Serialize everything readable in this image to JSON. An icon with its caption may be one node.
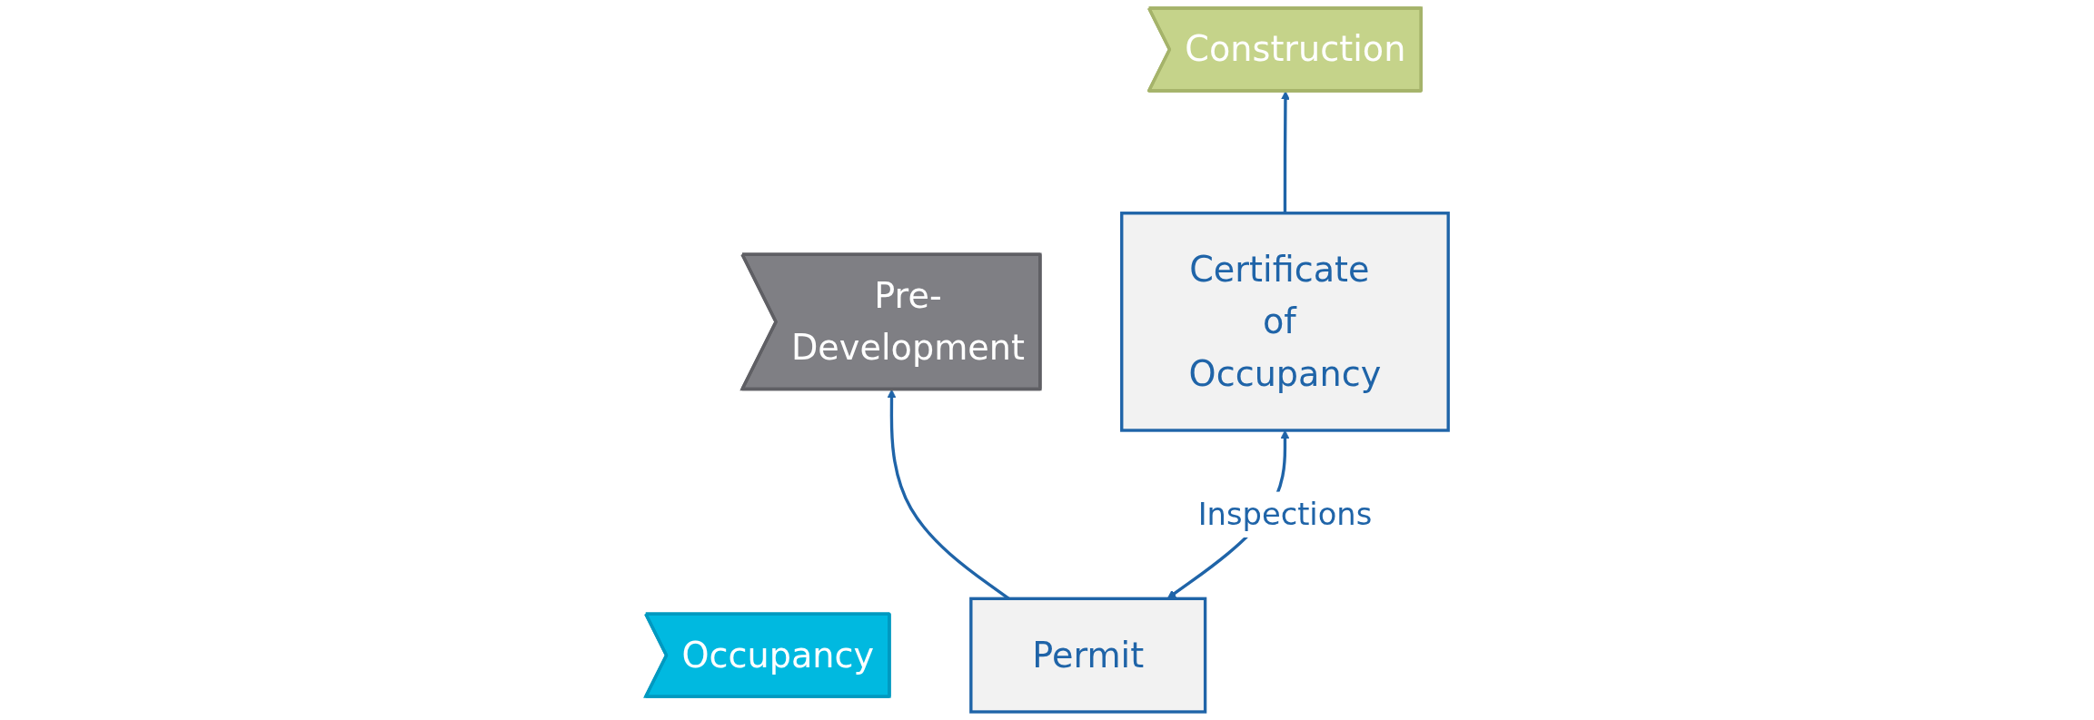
{
  "diagram": {
    "nodes": [
      {
        "text": [
          "Pre-Development"
        ]
      },
      {
        "text": [
          "Construction"
        ]
      },
      {
        "text": [
          "Occupancy"
        ]
      },
      {
        "text": [
          "Permit"
        ]
      },
      {
        "text": [
          "Certificate of Occupancy"
        ]
      }
    ],
    "edges": [
      {
        "from": 3,
        "to": 0,
        "arrow": "to"
      },
      {
        "from": 4,
        "to": 1,
        "arrow": "to"
      },
      {
        "from": 3,
        "to": 4,
        "label": "Inspections",
        "arrow": "both"
      }
    ]
  }
}
